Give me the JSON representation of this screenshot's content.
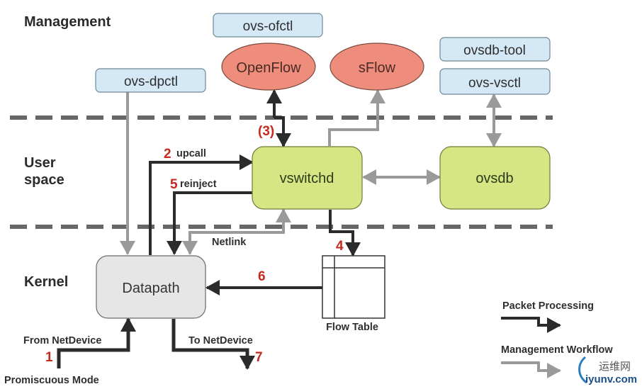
{
  "layers": {
    "management": "Management",
    "user_space_line1": "User",
    "user_space_line2": "space",
    "kernel": "Kernel"
  },
  "tools": {
    "ovs_ofctl": "ovs-ofctl",
    "ovs_dpctl": "ovs-dpctl",
    "ovsdb_tool": "ovsdb-tool",
    "ovs_vsctl": "ovs-vsctl"
  },
  "protocols": {
    "openflow": "OpenFlow",
    "sflow": "sFlow"
  },
  "nodes": {
    "vswitchd": "vswitchd",
    "ovsdb": "ovsdb",
    "datapath": "Datapath",
    "flow_table": "Flow Table"
  },
  "edges": {
    "upcall": "upcall",
    "reinject": "reinject",
    "netlink": "Netlink",
    "from_netdevice": "From NetDevice",
    "to_netdevice": "To NetDevice",
    "promiscuous_mode": "Promiscuous Mode"
  },
  "steps": {
    "s1": "1",
    "s2": "2",
    "s3": "(3)",
    "s4": "4",
    "s5": "5",
    "s6": "6",
    "s7": "7"
  },
  "legend": {
    "packet_processing": "Packet Processing",
    "management_workflow": "Management Workflow"
  },
  "watermark": {
    "cn": "运维网",
    "domain": "iyunv.com"
  },
  "colors": {
    "tool_fill": "#d4e8f5",
    "protocol_fill": "#ee8d7c",
    "node_fill": "#d6e685",
    "datapath_fill": "#e6e6e6",
    "packet_arrow": "#2b2b2b",
    "mgmt_arrow": "#9a9a9a",
    "step_red": "#c42a1e",
    "divider": "#666666"
  }
}
